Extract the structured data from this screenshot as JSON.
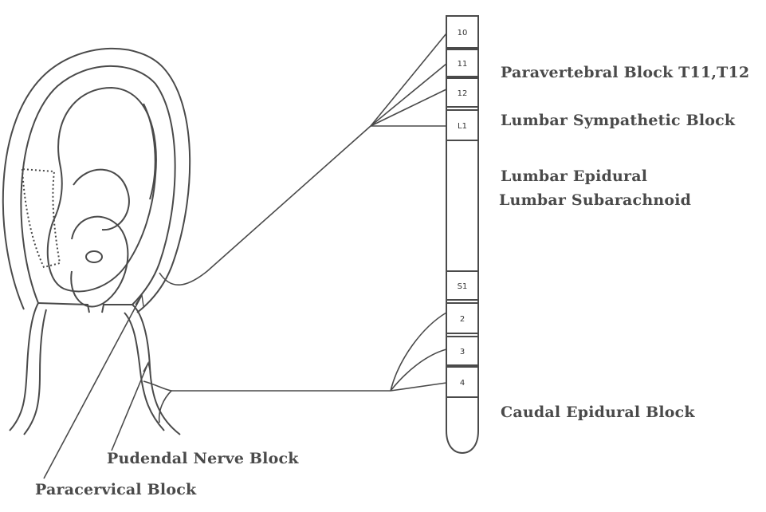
{
  "spine": {
    "segments": [
      {
        "id": "t10",
        "label": "10"
      },
      {
        "id": "t11",
        "label": "11"
      },
      {
        "id": "t12",
        "label": "12"
      },
      {
        "id": "l1",
        "label": "L1"
      },
      {
        "id": "s1",
        "label": "S1"
      },
      {
        "id": "s2",
        "label": "2"
      },
      {
        "id": "s3",
        "label": "3"
      },
      {
        "id": "s4",
        "label": "4"
      }
    ]
  },
  "labels": {
    "paravertebral": "Paravertebral Block T11,T12",
    "lumbar_sympathetic": "Lumbar Sympathetic Block",
    "lumbar_epidural": "Lumbar Epidural",
    "lumbar_subarachnoid": "Lumbar Subarachnoid",
    "caudal_epidural": "Caudal Epidural Block",
    "pudendal": "Pudendal Nerve Block",
    "paracervical": "Paracervical Block"
  },
  "colors": {
    "ink": "#4a4a4a",
    "paper": "#ffffff"
  }
}
